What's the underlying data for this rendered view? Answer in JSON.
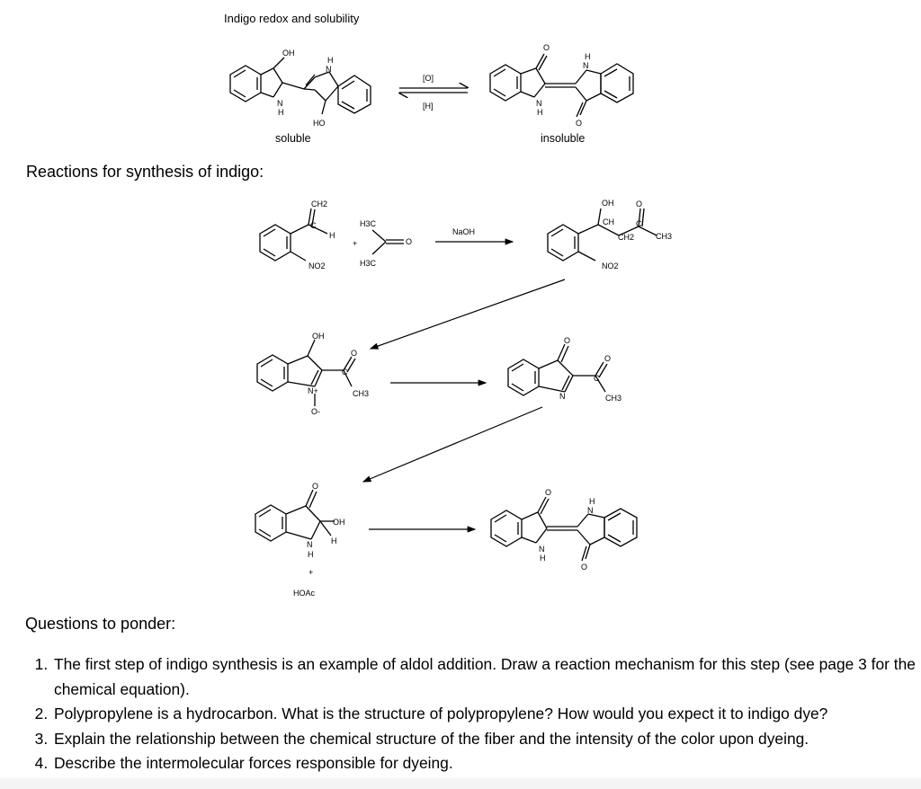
{
  "figure": {
    "title": "Indigo redox and solubility",
    "redox": {
      "oxidant_label": "[O]",
      "reductant_label": "[H]",
      "left_caption": "soluble",
      "right_caption": "insoluble"
    }
  },
  "synthesis": {
    "heading": "Reactions for synthesis of indigo:",
    "plus": "+",
    "reagent": "NaOH",
    "byproduct": "HOAc",
    "atoms": {
      "oh": "OH",
      "ho": "HO",
      "h": "H",
      "n": "N",
      "o": "O",
      "o_minus": "O-",
      "ch2": "CH2",
      "ch3": "CH3",
      "h3c": "H3C",
      "no2": "NO2",
      "ch": "CH",
      "c": "C",
      "n_plus": "N+"
    }
  },
  "questions": {
    "heading": "Questions to ponder:",
    "items": [
      "The first step of indigo synthesis is an example of aldol addition. Draw a reaction mechanism for this step (see page 3 for the chemical equation).",
      "Polypropylene is a hydrocarbon. What is the structure of polypropylene? How would you expect it to indigo dye?",
      "Explain the relationship between the chemical structure of the fiber and the intensity of the color upon dyeing.",
      "Describe the intermolecular forces responsible for dyeing."
    ]
  }
}
